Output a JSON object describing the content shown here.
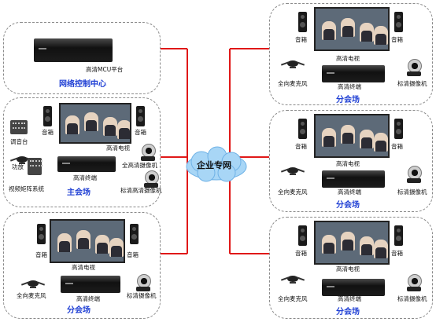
{
  "cloud": {
    "label": "企业专网"
  },
  "colors": {
    "line": "#e01818",
    "title": "#1f3fd4",
    "cloud": "#a8d6f6"
  },
  "control_center": {
    "title": "网络控制中心",
    "mcu_label": "高清MCU平台"
  },
  "main_site": {
    "title": "主会场",
    "mixer_label": "调音台",
    "speaker_left_label": "音箱",
    "speaker_right_label": "音箱",
    "tv_label": "高清电视",
    "codec_label": "高清终端",
    "cam_top_label": "全高清摄像机",
    "cam_bottom_label": "标清高清摄像机",
    "system_label": "视频矩阵系统",
    "mic_label": "功放"
  },
  "branch_left": {
    "title": "分会场",
    "speaker_left_label": "音箱",
    "speaker_right_label": "音箱",
    "tv_label": "高清电视",
    "codec_label": "高清终端",
    "mic_label": "全向麦克风",
    "cam_label": "标清摄像机"
  },
  "branch_r1": {
    "title": "分会场",
    "speaker_left_label": "音箱",
    "speaker_right_label": "音箱",
    "tv_label": "高清电视",
    "codec_label": "高清终端",
    "mic_label": "全向麦克风",
    "cam_label": "标清摄像机"
  },
  "branch_r2": {
    "title": "分会场",
    "speaker_left_label": "音箱",
    "speaker_right_label": "音箱",
    "tv_label": "高清电视",
    "codec_label": "高清终端",
    "mic_label": "全向麦克风",
    "cam_label": "标清摄像机"
  },
  "branch_r3": {
    "title": "分会场",
    "speaker_left_label": "音箱",
    "speaker_right_label": "音箱",
    "tv_label": "高清电视",
    "codec_label": "高清终端",
    "mic_label": "全向麦克风",
    "cam_label": "标清摄像机"
  }
}
